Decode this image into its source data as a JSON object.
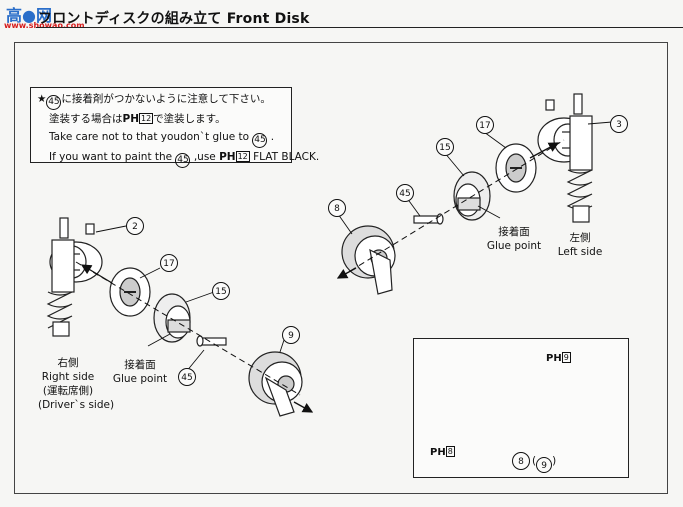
{
  "header": {
    "title": "フロントディスクの組み立て Front Disk",
    "watermark_logo": "高●网",
    "watermark_url": "www.showao.com"
  },
  "note": {
    "star": "★",
    "line1_part": "45",
    "line1_text": "に接着剤がつかないように注意して下さい。",
    "line2_text_a": "塗装する場合は",
    "line2_paint_prefix": "PH",
    "line2_paint_num": "12",
    "line2_text_b": "で塗装します。",
    "line3_text": "Take care not to that youdon`t glue to",
    "line3_part": "45",
    "line3_end": ".",
    "line4_text_a": "If you want to paint the",
    "line4_part": "45",
    "line4_text_b": ",use",
    "line4_paint_prefix": "PH",
    "line4_paint_num": "12",
    "line4_text_c": "FLAT BLACK."
  },
  "parts": {
    "p2": "2",
    "p3": "3",
    "p8": "8",
    "p9": "9",
    "p15a": "15",
    "p15b": "15",
    "p17a": "17",
    "p17b": "17",
    "p45a": "45",
    "p45b": "45"
  },
  "labels": {
    "glue_jp_left": "接着面",
    "glue_en_left": "Glue point",
    "glue_jp_right": "接着面",
    "glue_en_right": "Glue point",
    "right_side_jp": "右側",
    "right_side_en": "Right side",
    "right_side_driver_jp": "(運転席側)",
    "right_side_driver_en": "(Driver`s side)",
    "left_side_jp": "左側",
    "left_side_en": "Left side"
  },
  "inset": {
    "paint_top_prefix": "PH",
    "paint_top_num": "9",
    "paint_bottom_prefix": "PH",
    "paint_bottom_num": "8",
    "part_label": "8",
    "part_label_alt": "9"
  }
}
